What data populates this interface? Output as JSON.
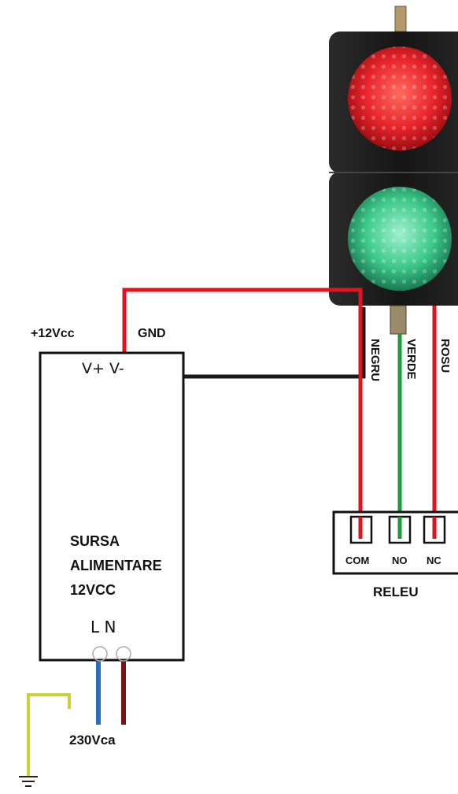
{
  "wire_labels": {
    "negru": "NEGRU",
    "verde": "VERDE",
    "rosu": "ROSU"
  },
  "power_supply": {
    "plus_label": "+12Vcc",
    "gnd_label": "GND",
    "terminals": "V+ V-",
    "title_line1": "SURSA",
    "title_line2": "ALIMENTARE",
    "title_line3": "12VCC",
    "ln": "L N",
    "mains_label": "230Vca"
  },
  "relay": {
    "com": "COM",
    "no": "NO",
    "nc": "NC",
    "title": "RELEU"
  },
  "colors": {
    "black_wire": "#1a1a1a",
    "green_wire": "#1e9a3c",
    "red_wire": "#e0141e",
    "blue_wire": "#2a6bc4",
    "brown_wire": "#7a1414",
    "earth_wire": "#c8d23a",
    "red_lamp": "#e8252b",
    "green_lamp": "#3cc98a"
  }
}
